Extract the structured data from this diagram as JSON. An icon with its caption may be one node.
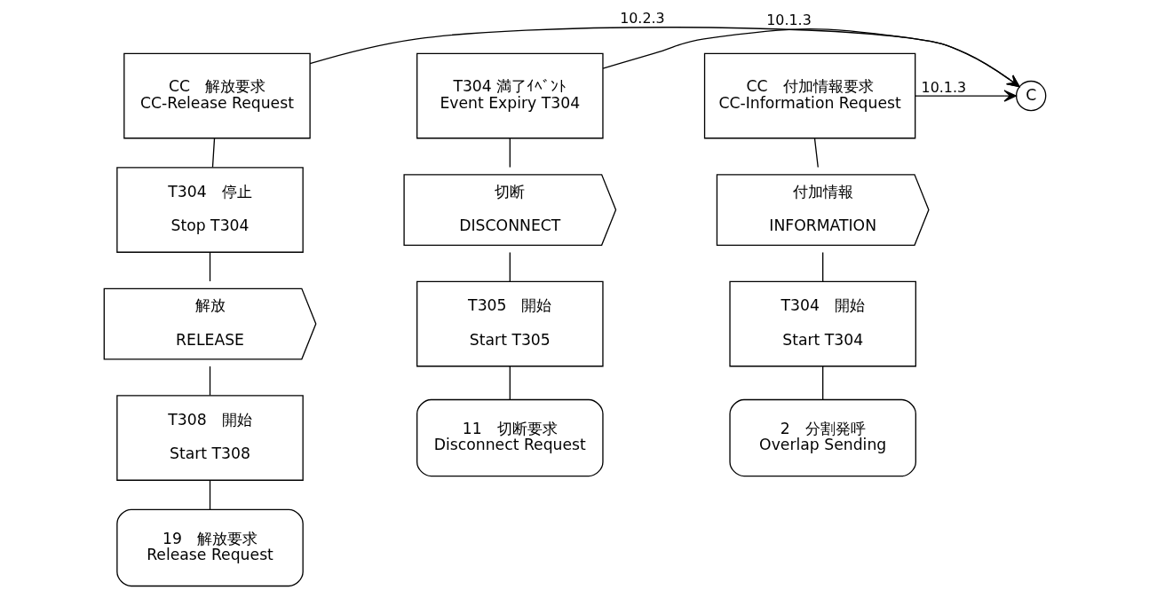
{
  "diagram": {
    "nodes": [
      {
        "text": [
          "C"
        ]
      },
      {
        "text": [
          "CC　解放要求",
          "CC-Release Request"
        ]
      },
      {
        "text": [
          "T304　停止",
          "Stop T304"
        ]
      },
      {
        "text": [
          "解放",
          "RELEASE"
        ]
      },
      {
        "text": [
          "T308　開始",
          "Start T308"
        ]
      },
      {
        "text": [
          "19　解放要求",
          "Release Request"
        ]
      },
      {
        "text": [
          "T304 満了ｲﾍﾞﾝﾄ",
          "Event Expiry T304"
        ]
      },
      {
        "text": [
          "切断",
          "DISCONNECT"
        ]
      },
      {
        "text": [
          "T305　開始",
          "Start T305"
        ]
      },
      {
        "text": [
          "11　切断要求",
          "Disconnect Request"
        ]
      },
      {
        "text": [
          "CC　付加情報要求",
          "CC-Information Request"
        ]
      },
      {
        "text": [
          "付加情報",
          "INFORMATION"
        ]
      },
      {
        "text": [
          "T304　開始",
          "Start T304"
        ]
      },
      {
        "text": [
          "2　分割発呼",
          "Overlap Sending"
        ]
      }
    ],
    "edges": [
      {
        "from": 1,
        "to": 0,
        "arrow": "to",
        "label": "10.2.3"
      },
      {
        "from": 6,
        "to": 0,
        "arrow": "to",
        "label": "10.1.3"
      },
      {
        "from": 10,
        "to": 0,
        "arrow": "to",
        "label": "10.1.3"
      },
      {
        "from": 1,
        "to": 2,
        "arrow": "none"
      },
      {
        "from": 2,
        "to": 3,
        "arrow": "none"
      },
      {
        "from": 3,
        "to": 4,
        "arrow": "none"
      },
      {
        "from": 4,
        "to": 5,
        "arrow": "none"
      },
      {
        "from": 6,
        "to": 7,
        "arrow": "none"
      },
      {
        "from": 7,
        "to": 8,
        "arrow": "none"
      },
      {
        "from": 8,
        "to": 9,
        "arrow": "none"
      },
      {
        "from": 10,
        "to": 11,
        "arrow": "none"
      },
      {
        "from": 11,
        "to": 12,
        "arrow": "none"
      },
      {
        "from": 12,
        "to": 13,
        "arrow": "none"
      }
    ]
  }
}
